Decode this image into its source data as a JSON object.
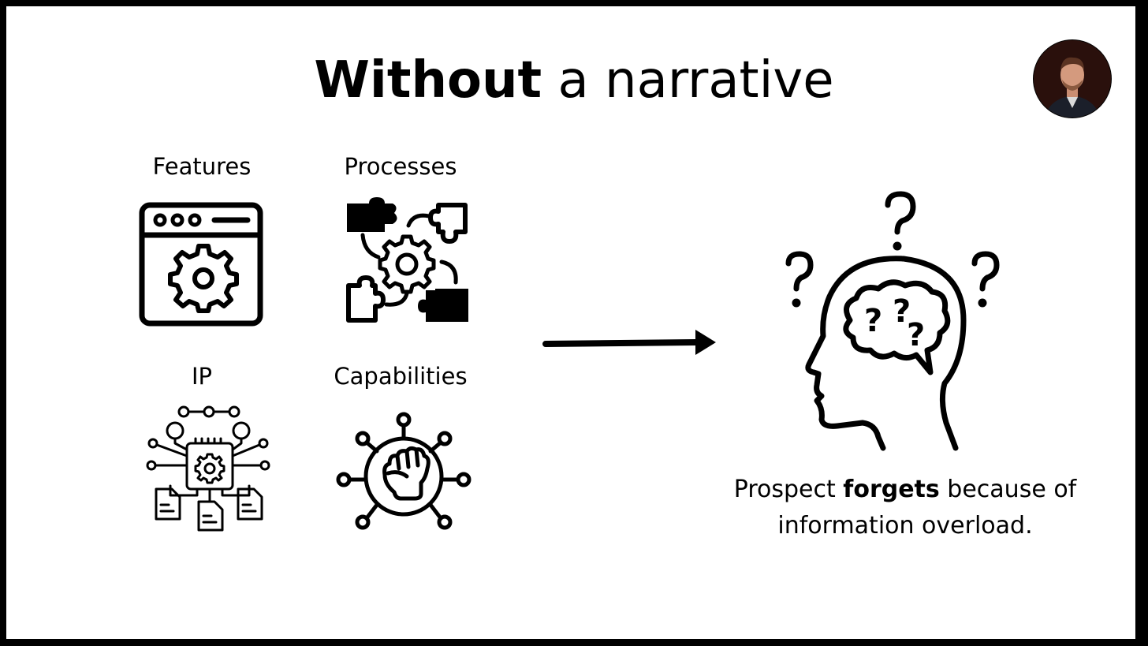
{
  "title": {
    "bold": "Without",
    "rest": " a narrative"
  },
  "items": [
    {
      "label": "Features",
      "icon": "browser-gear-icon"
    },
    {
      "label": "Processes",
      "icon": "puzzle-gear-icon"
    },
    {
      "label": "IP",
      "icon": "chip-documents-icon"
    },
    {
      "label": "Capabilities",
      "icon": "fist-network-icon"
    }
  ],
  "arrow": {
    "icon": "arrow-right-icon"
  },
  "outcome": {
    "icon": "head-questions-icon",
    "caption_pre": "Prospect ",
    "caption_bold": "forgets",
    "caption_post": " because of information overload."
  },
  "presenter": {
    "icon": "avatar-photo"
  }
}
